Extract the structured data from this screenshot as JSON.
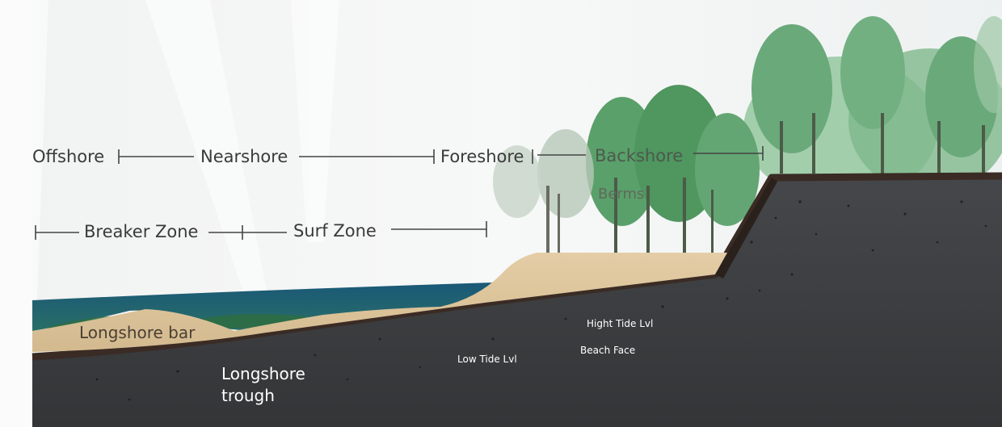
{
  "zones": {
    "offshore": "Offshore",
    "nearshore": "Nearshore",
    "foreshore": "Foreshore",
    "backshore": "Backshore",
    "berms": "Berms",
    "breaker_zone": "Breaker Zone",
    "surf_zone": "Surf Zone"
  },
  "features": {
    "longshore_bar": "Longshore bar",
    "longshore_trough_line1": "Longshore",
    "longshore_trough_line2": "trough",
    "low_tide": "Low Tide Lvl",
    "high_tide": "Hight Tide Lvl",
    "beach_face": "Beach Face"
  },
  "colors": {
    "sky": "#f5f6f6",
    "water_top": "#1c5c78",
    "water_bottom": "#2a6f66",
    "sand": "#ddc49a",
    "crust": "#3a2b24",
    "ground": "#3b3d3f",
    "foliage": "#5aa06a",
    "label_dark": "#3a3a3a",
    "label_white": "#ffffff"
  }
}
